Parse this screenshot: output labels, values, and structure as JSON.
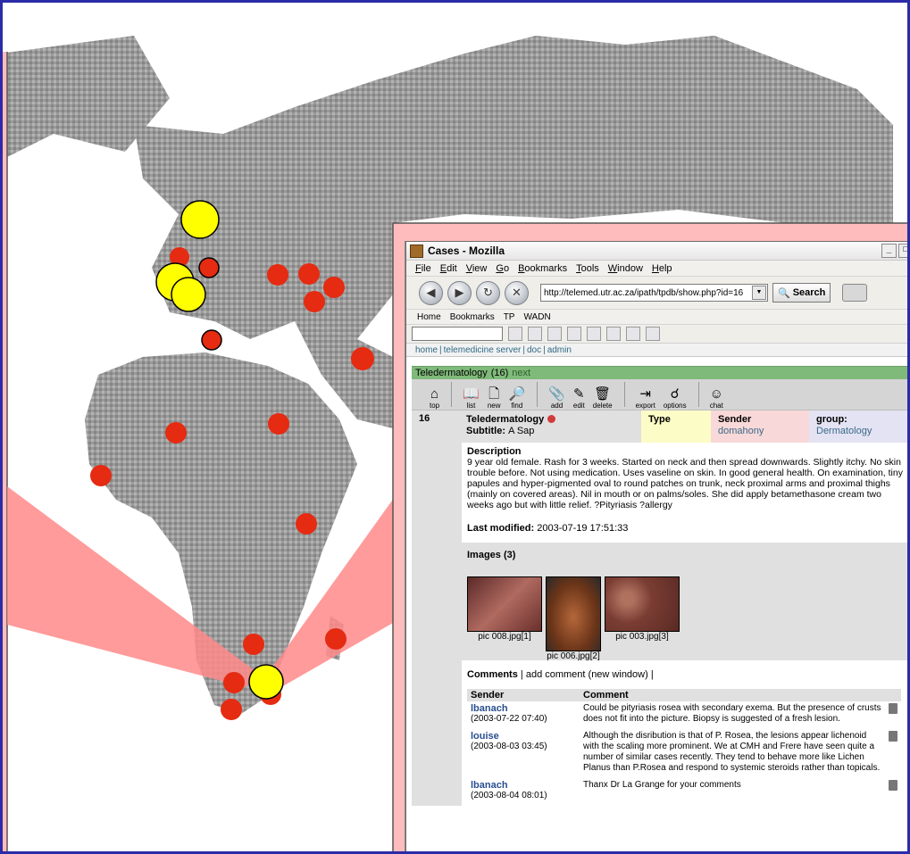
{
  "window": {
    "title": "Cases - Mozilla",
    "min_glyph": "_",
    "max_glyph": "□"
  },
  "menu": [
    "File",
    "Edit",
    "View",
    "Go",
    "Bookmarks",
    "Tools",
    "Window",
    "Help"
  ],
  "url": "http://telemed.utr.ac.za/ipath/tpdb/show.php?id=16",
  "search_label": "Search",
  "bookmarks": [
    "Home",
    "Bookmarks",
    "TP",
    "WADN"
  ],
  "links": [
    "home",
    "telemedicine server",
    "doc",
    "admin"
  ],
  "section": {
    "title": "Teledermatology",
    "count": "(16)",
    "next": "next"
  },
  "actions": {
    "top": "top",
    "list": "list",
    "new": "new",
    "find": "find",
    "add": "add",
    "edit": "edit",
    "delete": "delete",
    "export": "export",
    "options": "options",
    "chat": "chat"
  },
  "case": {
    "number": "16",
    "title": "Teledermatology",
    "subtitle_label": "Subtitle:",
    "subtitle": "A Sap",
    "type_label": "Type",
    "sender_label": "Sender",
    "sender": "domahony",
    "group_label": "group:",
    "group": "Dermatology",
    "description_label": "Description",
    "description": "9 year old female. Rash for 3 weeks. Started on neck and then spread downwards. Slightly itchy. No skin trouble before. Not using medication. Uses vaseline on skin. In good general health. On examination, tiny papules and hyper-pigmented oval to round patches on trunk, neck proximal arms and proximal thighs (mainly on covered areas). Nil in mouth or on palms/soles. She did apply betamethasone cream two weeks ago but with little relief. ?Pityriasis ?allergy",
    "last_modified_label": "Last modified:",
    "last_modified": "2003-07-19 17:51:33",
    "images_label": "Images (3)",
    "images": [
      "pic 008.jpg[1]",
      "pic 006.jpg[2]",
      "pic 003.jpg[3]"
    ]
  },
  "comments": {
    "header": "Comments",
    "add_link": "add comment (new window)",
    "col_sender": "Sender",
    "col_comment": "Comment",
    "rows": [
      {
        "sender": "lbanach",
        "date": "(2003-07-22 07:40)",
        "text": "Could be pityriasis rosea with secondary exema. But the presence of crusts does not fit into the picture. Biopsy is suggested of a fresh lesion."
      },
      {
        "sender": "louise",
        "date": "(2003-08-03 03:45)",
        "text": "Although the disribution is that of P. Rosea, the lesions appear lichenoid with the scaling more prominent. We at CMH and Frere have seen quite a number of similar cases recently. They tend to behave more like Lichen Planus than P.Rosea and respond to systemic steroids rather than topicals."
      },
      {
        "sender": "lbanach",
        "date": "(2003-08-04 08:01)",
        "text": "Thanx Dr La Grange for your comments"
      }
    ]
  },
  "colors": {
    "marker_red": "#e52b12",
    "marker_yellow": "#ffff00",
    "callout": "#ff8a8a",
    "frame": "#2b2ba8"
  }
}
